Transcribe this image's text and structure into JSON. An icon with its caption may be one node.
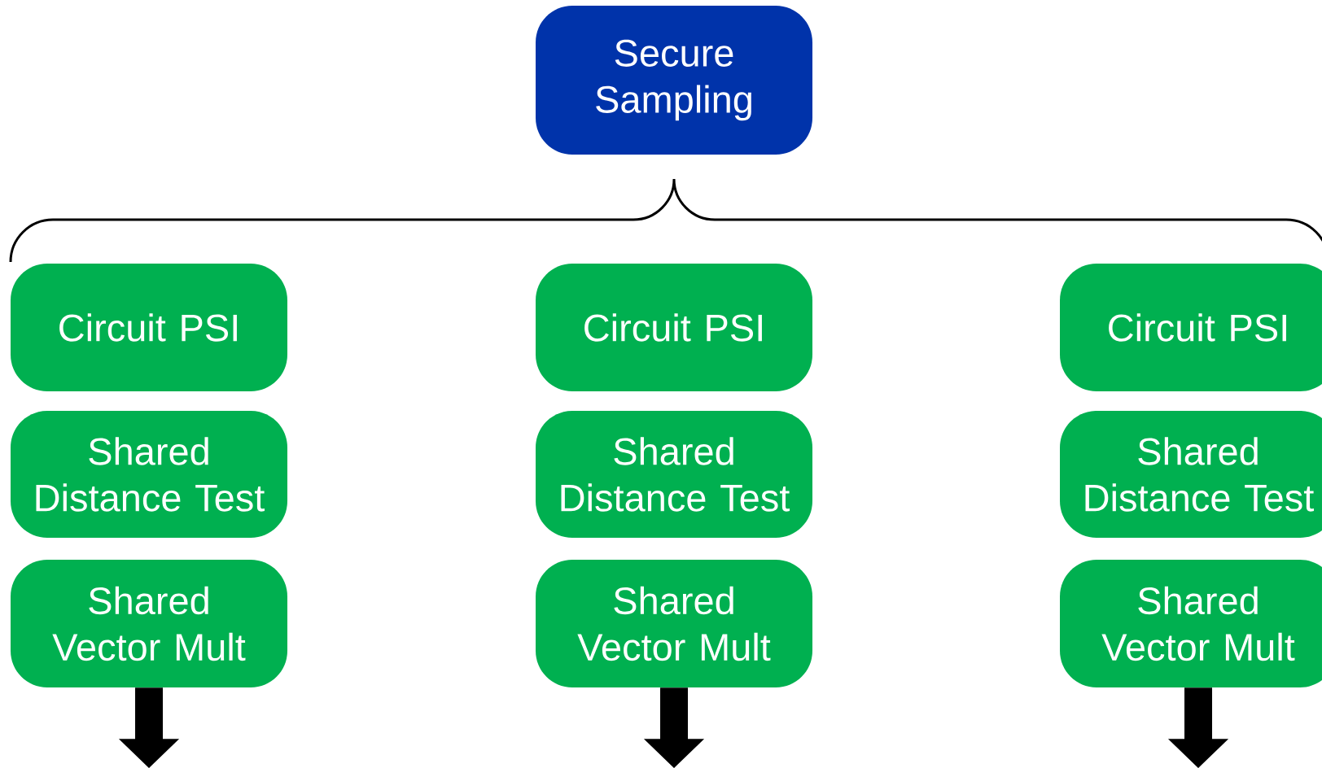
{
  "diagram": {
    "nodes": [
      {
        "text": [
          "Secure Sampling"
        ]
      },
      {
        "text": [
          "Circuit PSI"
        ]
      },
      {
        "text": [
          "Shared Distance Test"
        ]
      },
      {
        "text": [
          "Shared Vector Mult"
        ]
      },
      {
        "text": [
          "Circuit PSI"
        ]
      },
      {
        "text": [
          "Shared Distance Test"
        ]
      },
      {
        "text": [
          "Shared Vector Mult"
        ]
      },
      {
        "text": [
          "Circuit PSI"
        ]
      },
      {
        "text": [
          "Shared Distance Test"
        ]
      },
      {
        "text": [
          "Shared Vector Mult"
        ]
      }
    ],
    "edges": [
      {
        "from": 3,
        "to": null,
        "arrow": "to"
      },
      {
        "from": 6,
        "to": null,
        "arrow": "to"
      },
      {
        "from": 9,
        "to": null,
        "arrow": "to"
      }
    ]
  }
}
